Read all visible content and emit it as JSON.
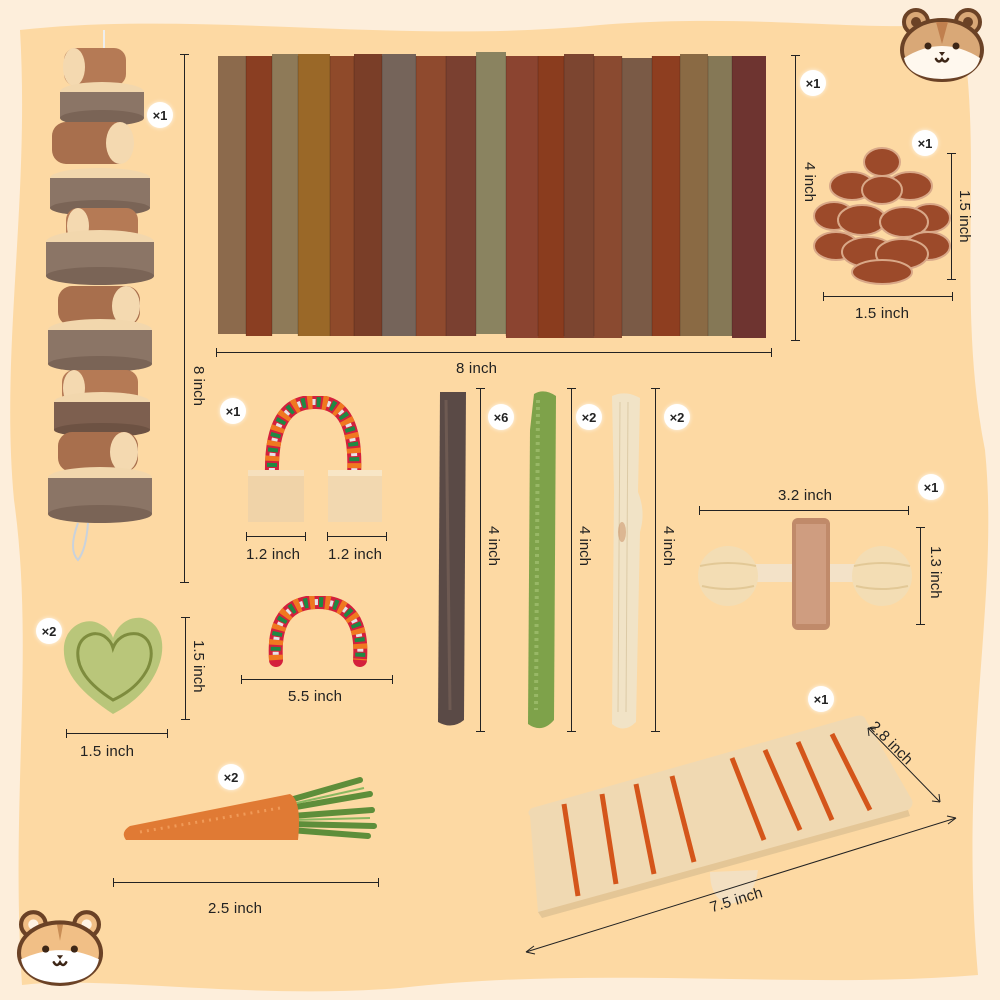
{
  "colors": {
    "background_outer": "#fdeedb",
    "background_panel": "#fdd9a3",
    "hamster_fur": "#d9a877",
    "hamster_outline": "#6b4226",
    "hamster_face": "#fff8ee",
    "badge_bg": "#ffffff",
    "dimension_line": "#222222"
  },
  "decorations": {
    "top_right_mascot": "hamster-face-icon",
    "bottom_left_mascot": "hamster-face-icon"
  },
  "products": [
    {
      "id": "hanging-wood-chew",
      "name": "Hanging wood block chew toy",
      "quantity": "×1",
      "dimensions": {
        "height": "8 inch"
      }
    },
    {
      "id": "wooden-bridge",
      "name": "Wooden stick bridge",
      "quantity": "×1",
      "dimensions": {
        "width": "8 inch",
        "height": "4 inch"
      }
    },
    {
      "id": "pine-cone",
      "name": "Pine cone",
      "quantity": "×1",
      "dimensions": {
        "width": "1.5 inch",
        "height": "1.5 inch"
      }
    },
    {
      "id": "rope-blocks",
      "name": "Rope with wood blocks",
      "quantity": "×1",
      "dimensions": {
        "block_left": "1.2 inch",
        "block_right": "1.2 inch"
      }
    },
    {
      "id": "cotton-rope",
      "name": "Cotton rope",
      "dimensions": {
        "width": "5.5 inch"
      }
    },
    {
      "id": "apple-stick",
      "name": "Apple wood stick",
      "quantity": "×6",
      "dimensions": {
        "height": "4 inch"
      }
    },
    {
      "id": "grass-stick",
      "name": "Timothy grass stick",
      "quantity": "×2",
      "dimensions": {
        "height": "4 inch"
      }
    },
    {
      "id": "sweet-bamboo",
      "name": "Sweet bamboo stick",
      "quantity": "×2",
      "dimensions": {
        "height": "4 inch"
      }
    },
    {
      "id": "dumbbell",
      "name": "Wooden dumbbell",
      "quantity": "×1",
      "dimensions": {
        "width": "3.2 inch",
        "height": "1.3 inch"
      }
    },
    {
      "id": "grass-heart",
      "name": "Grass heart cake",
      "quantity": "×2",
      "dimensions": {
        "width": "1.5 inch",
        "height": "1.5 inch"
      }
    },
    {
      "id": "carrot",
      "name": "Grass carrot chew",
      "quantity": "×2",
      "dimensions": {
        "width": "2.5 inch"
      }
    },
    {
      "id": "seesaw",
      "name": "Wooden seesaw",
      "quantity": "×1",
      "dimensions": {
        "width": "2.8 inch",
        "length": "7.5 inch"
      }
    }
  ]
}
